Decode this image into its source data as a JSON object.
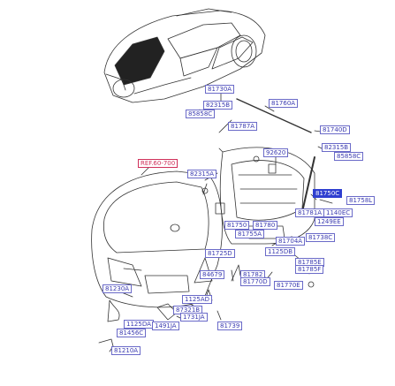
{
  "title": "",
  "labels": [
    {
      "id": "l01",
      "text": "81730A"
    },
    {
      "id": "l02",
      "text": "81760A"
    },
    {
      "id": "l03",
      "text": "82315B"
    },
    {
      "id": "l04",
      "text": "85858C"
    },
    {
      "id": "l05",
      "text": "81787A"
    },
    {
      "id": "l06",
      "text": "81740D"
    },
    {
      "id": "l07",
      "text": "82315B"
    },
    {
      "id": "l08",
      "text": "85858C"
    },
    {
      "id": "l09",
      "text": "REF.60-700"
    },
    {
      "id": "l10",
      "text": "92620"
    },
    {
      "id": "l11",
      "text": "82315A"
    },
    {
      "id": "l12",
      "text": "81750C"
    },
    {
      "id": "l13",
      "text": "81758L"
    },
    {
      "id": "l14",
      "text": "81781A"
    },
    {
      "id": "l15",
      "text": "1140EC"
    },
    {
      "id": "l16",
      "text": "1249EE"
    },
    {
      "id": "l17",
      "text": "81750"
    },
    {
      "id": "l18",
      "text": "81780"
    },
    {
      "id": "l19",
      "text": "81755A"
    },
    {
      "id": "l20",
      "text": "81704A"
    },
    {
      "id": "l21",
      "text": "81738C"
    },
    {
      "id": "l22",
      "text": "81725D"
    },
    {
      "id": "l23",
      "text": "1125DB"
    },
    {
      "id": "l24",
      "text": "81785E"
    },
    {
      "id": "l25",
      "text": "81785F"
    },
    {
      "id": "l26",
      "text": "84679"
    },
    {
      "id": "l27",
      "text": "81782"
    },
    {
      "id": "l28",
      "text": "81770D"
    },
    {
      "id": "l29",
      "text": "81770E"
    },
    {
      "id": "l30",
      "text": "81230A"
    },
    {
      "id": "l31",
      "text": "1125AD"
    },
    {
      "id": "l32",
      "text": "87321B"
    },
    {
      "id": "l33",
      "text": "1731JA"
    },
    {
      "id": "l34",
      "text": "1125DA"
    },
    {
      "id": "l35",
      "text": "1491JA"
    },
    {
      "id": "l36",
      "text": "81456C"
    },
    {
      "id": "l37",
      "text": "81739"
    },
    {
      "id": "l38",
      "text": "81210A"
    }
  ],
  "colors": {
    "line": "#333333",
    "label": "#3a3ab0",
    "highlight": "#2f3fd0",
    "ref": "#d0305a"
  }
}
